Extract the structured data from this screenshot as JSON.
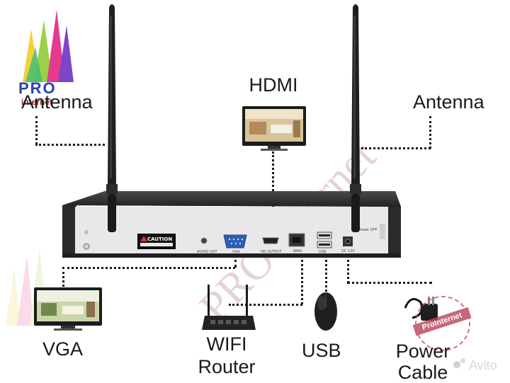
{
  "brand": {
    "logo_line1": "PRO",
    "logo_line2": "internet",
    "watermark": "PRO internet",
    "stamp_text": "ProInternet",
    "avito_text": "Avito"
  },
  "callouts": {
    "hdmi": "HDMI",
    "antenna_left": "Antenna",
    "antenna_right": "Antenna",
    "vga": "VGA",
    "wifi_router_line1": "WIFI",
    "wifi_router_line2": "Router",
    "usb": "USB",
    "power_line1": "Power",
    "power_line2": "Cable"
  },
  "device_panel": {
    "warning": "CAUTION",
    "audio_out": "AUDIO OUT",
    "vga_port": "VGA",
    "hd_out": "HD OUTPUT",
    "lan": "WAN",
    "usb_port": "USB",
    "power_port": "DC 12V",
    "power_switch": "Power OFF"
  },
  "colors": {
    "device_body": "#2b2b2d",
    "device_panel": "#e9e9ea",
    "vga_blue": "#2f5fb4",
    "label_text": "#1a1a1a"
  }
}
